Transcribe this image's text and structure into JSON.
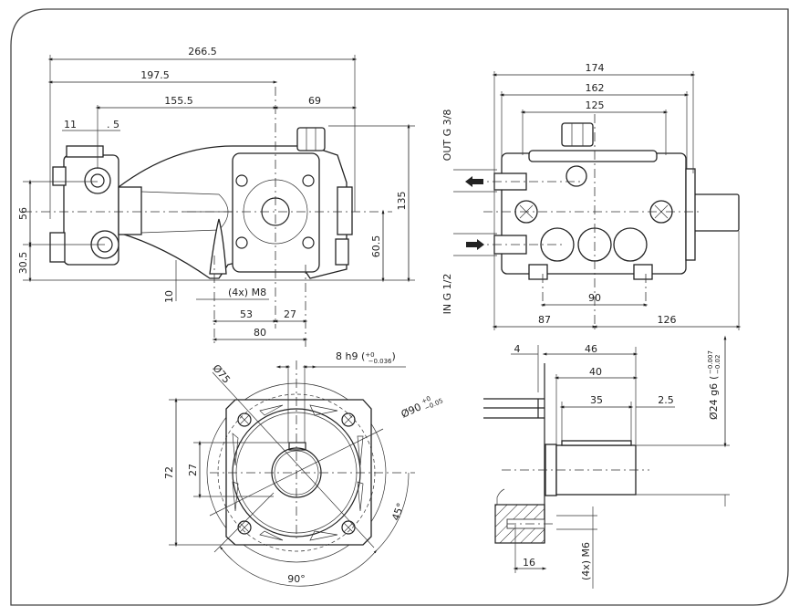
{
  "side_view": {
    "overall_length": "266.5",
    "length_to_shaft_axis": "197.5",
    "manifold_to_shaft_axis": "155.5",
    "shaft_axis_to_end": "69",
    "offset_11": "11",
    "offset_5": ". 5",
    "overall_height": "135",
    "shaft_height": "60.5",
    "port_spacing": "56",
    "inlet_height": "30.5",
    "foot_thickness": "10",
    "mount_thread": "(4x)  M8",
    "foot_front": "53",
    "foot_rear": "27",
    "foot_span": "80"
  },
  "front_view": {
    "width_174": "174",
    "width_162": "162",
    "width_125": "125",
    "mount_spacing": "90",
    "left_to_center": "87",
    "center_to_shaft_end": "126",
    "outlet_label": "OUT G 3/8",
    "inlet_label": "IN G 1/2"
  },
  "flange_view": {
    "key_width": "8 h9",
    "key_tol_upper": "+0",
    "key_tol_lower": "−0.036",
    "bolt_circle": "Ø75",
    "pilot_diameter": "Ø90",
    "pilot_tol_upper": "+0",
    "pilot_tol_lower": "−0.05",
    "height_72": "72",
    "height_27": "27",
    "angle_45": "45°",
    "angle_90": "90°"
  },
  "shaft_view": {
    "dim_4": "4",
    "dim_46": "46",
    "dim_40": "40",
    "dim_35": "35",
    "dim_2_5": "2.5",
    "shaft_diameter": "Ø24 g6",
    "shaft_tol_upper": "−0.007",
    "shaft_tol_lower": "−0.02",
    "dim_16": "16",
    "thread": "(4x)  M6"
  }
}
